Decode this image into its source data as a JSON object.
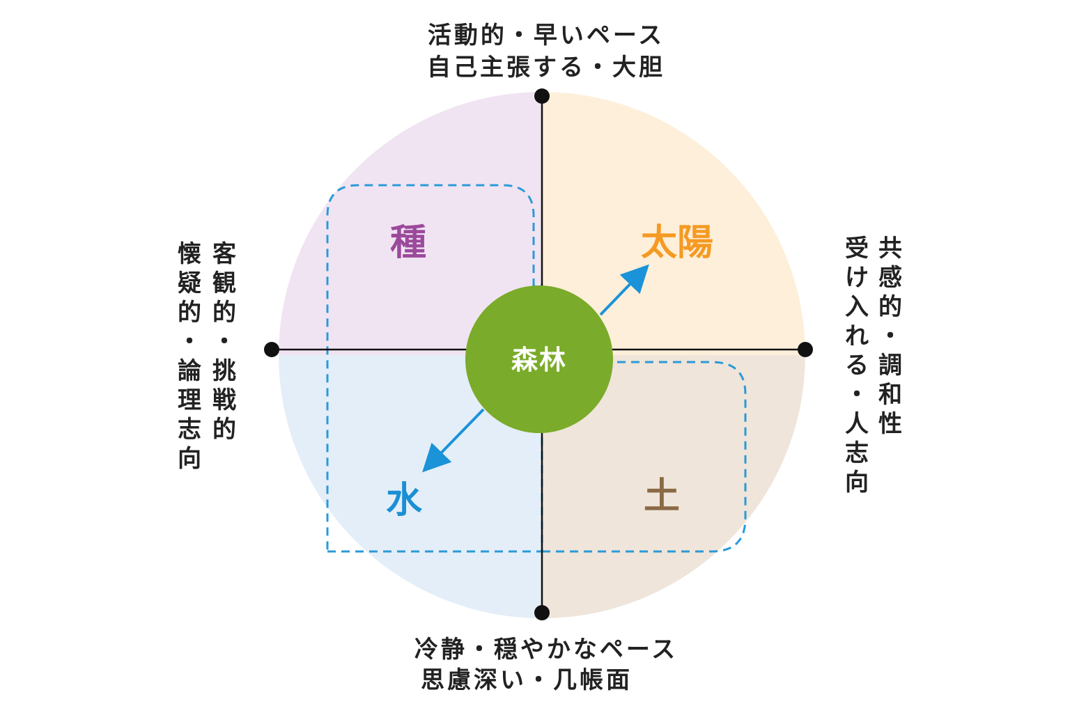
{
  "labels": {
    "top": [
      "活動的・早いペース",
      "自己主張する・大胆"
    ],
    "bottom": [
      "冷静・穏やかなペース",
      "思慮深い・几帳面"
    ],
    "left_col_outer": "懐疑的・論理志向",
    "left_col_inner": "客観的・挑戦的",
    "right_col_outer": "共感的・調和性",
    "right_col_inner": "受け入れる・人志向"
  },
  "quadrants": {
    "top_left": {
      "label": "種",
      "color": "#9b4a9b",
      "fill": "#f1e4f2"
    },
    "top_right": {
      "label": "太陽",
      "color": "#f59a23",
      "fill": "#fdefd9"
    },
    "bottom_left": {
      "label": "水",
      "color": "#1b8fd4",
      "fill": "#e4eef8"
    },
    "bottom_right": {
      "label": "土",
      "color": "#8a6a45",
      "fill": "#efe5da"
    }
  },
  "center": {
    "label": "森林",
    "color": "#7aab2a"
  },
  "colors": {
    "axis": "#111111",
    "dashed": "#2a9ad8",
    "arrow": "#1a93d8"
  }
}
